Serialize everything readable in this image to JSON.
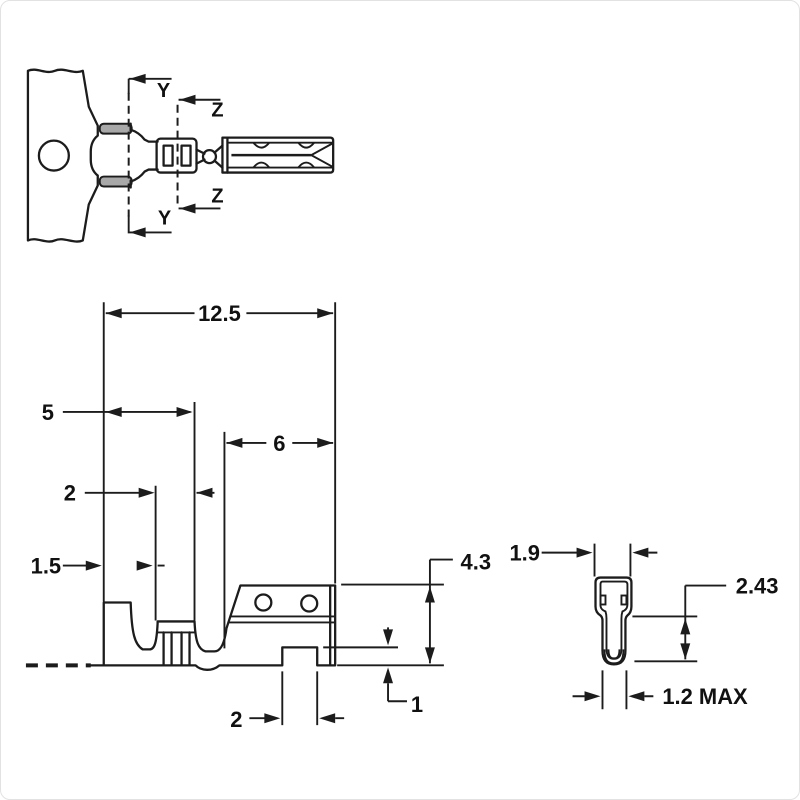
{
  "drawing": {
    "kind": "terminal-dimension-drawing",
    "colors": {
      "line": "#1c1c1c",
      "tab_fill": "#a8a8a8",
      "background": "#ffffff",
      "border": "#e2e2e2"
    },
    "section_labels": {
      "y_top": "Y",
      "z_top": "Z",
      "z_bottom": "Z",
      "y_bottom": "Y"
    },
    "side_view_dimensions": {
      "overall_length": "12.5",
      "crimp_zone_length": "5",
      "contact_zone_length": "6",
      "wing_to_band": "2",
      "seam_width": "1.5",
      "overall_height": "4.3",
      "base_step_height": "1",
      "bottom_slot_width": "2"
    },
    "cross_section_dimensions": {
      "outer_width": "1.9",
      "inner_height": "2.43",
      "stem_width": "1.2 MAX"
    }
  }
}
